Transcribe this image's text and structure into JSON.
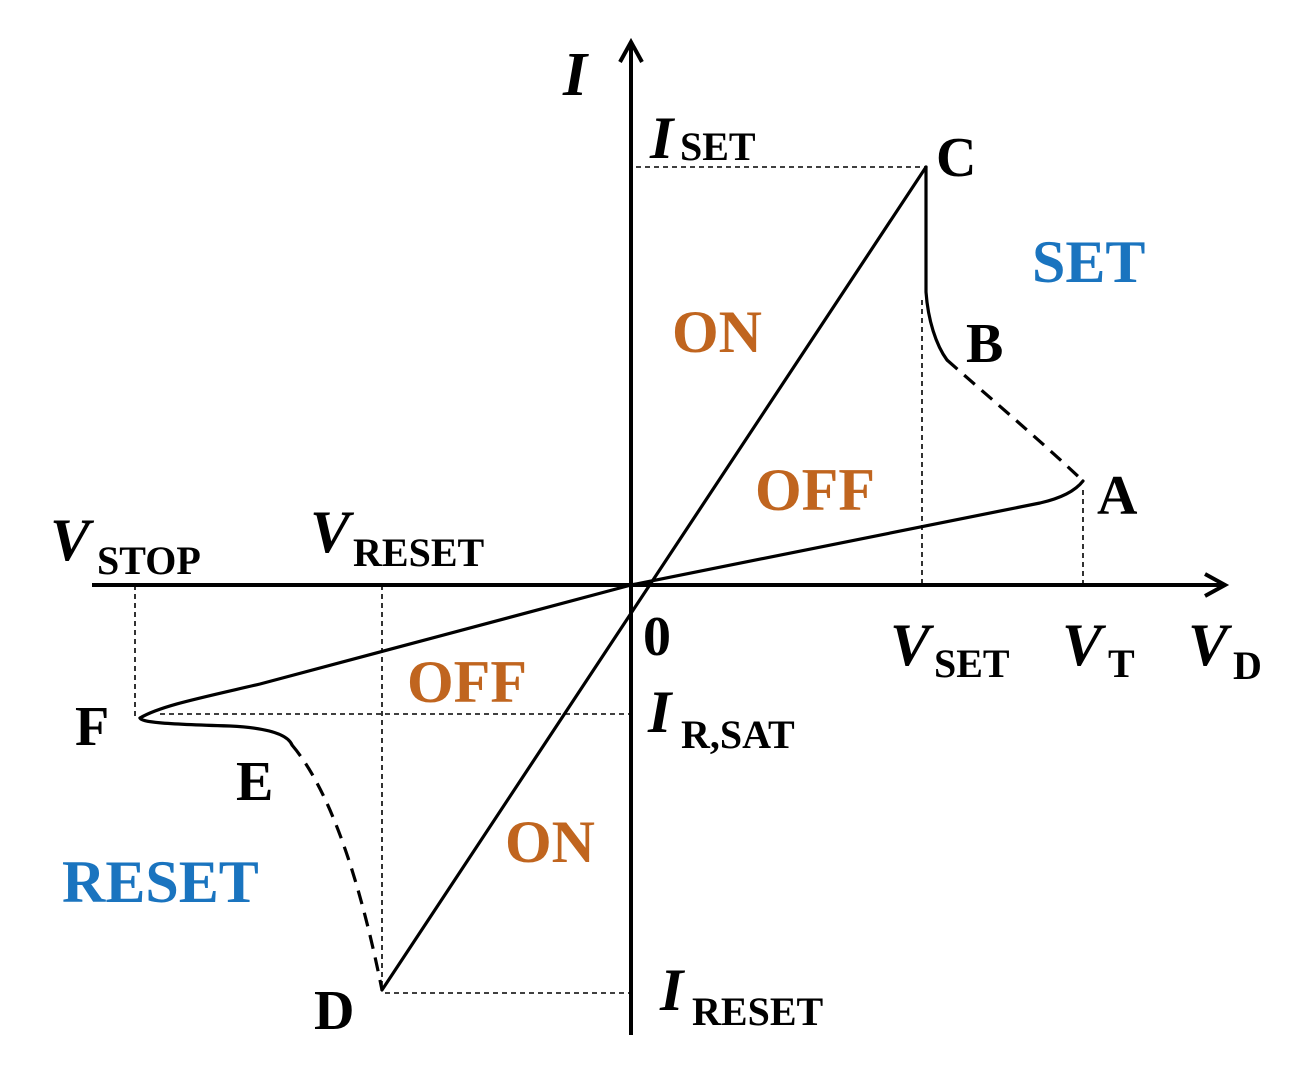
{
  "axes": {
    "y_main": "I",
    "x_main": "V",
    "x_sub": "D",
    "origin": "0"
  },
  "points": [
    "A",
    "B",
    "C",
    "D",
    "E",
    "F"
  ],
  "labels": {
    "i_set_main": "I",
    "i_set_sub": "SET",
    "i_rsat_main": "I",
    "i_rsat_sub": "R,SAT",
    "i_reset_main": "I",
    "i_reset_sub": "RESET",
    "v_set_main": "V",
    "v_set_sub": "SET",
    "v_t_main": "V",
    "v_t_sub": "T",
    "v_stop_main": "V",
    "v_stop_sub": "STOP",
    "v_reset_main": "V",
    "v_reset_sub": "RESET"
  },
  "states": {
    "on_upper": "ON",
    "off_upper": "OFF",
    "off_lower": "OFF",
    "on_lower": "ON"
  },
  "modes": {
    "set": "SET",
    "reset": "RESET"
  },
  "colors": {
    "state": "#c0651f",
    "mode": "#1a74bf",
    "line": "#000000"
  }
}
